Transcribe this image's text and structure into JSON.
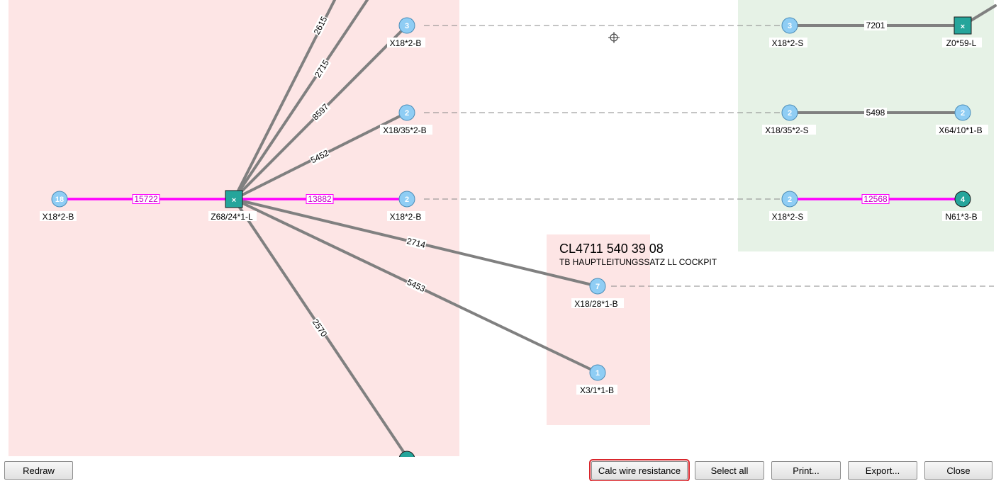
{
  "colors": {
    "zone_pink": "#fde5e5",
    "zone_green": "#e6f2e6",
    "wire_grey": "#808080",
    "wire_magenta": "#ff00ff",
    "node_blue": "#8fcdf4",
    "node_teal": "#25a59b",
    "dashed": "#888888"
  },
  "connector_info": {
    "part_number": "CL4711 540 39 08",
    "description": "TB  HAUPTLEITUNGSSATZ  LL  COCKPIT"
  },
  "nodes": {
    "n_left": {
      "num": "18",
      "label": "X18*2-B"
    },
    "n_center": {
      "num": "×",
      "label": "Z68/24*1-L"
    },
    "n_top": {
      "num": "3",
      "label": "X18*2-B"
    },
    "n_mid": {
      "num": "2",
      "label": "X18/35*2-B"
    },
    "n_row": {
      "num": "2",
      "label": "X18*2-B"
    },
    "n_r7": {
      "num": "7",
      "label": "X18/28*1-B"
    },
    "n_r1": {
      "num": "1",
      "label": "X3/1*1-B"
    },
    "g_top": {
      "num": "3",
      "label": "X18*2-S"
    },
    "g_z0": {
      "num": "×",
      "label": "Z0*59-L"
    },
    "g_mid": {
      "num": "2",
      "label": "X18/35*2-S"
    },
    "g_x64": {
      "num": "2",
      "label": "X64/10*1-B"
    },
    "g_row": {
      "num": "2",
      "label": "X18*2-S"
    },
    "g_n61": {
      "num": "4",
      "label": "N61*3-B"
    }
  },
  "wires": {
    "w2615": "2615",
    "w2715": "2715",
    "w8597": "8597",
    "w5452": "5452",
    "w15722": "15722",
    "w13882": "13882",
    "w2714": "2714",
    "w5453": "5453",
    "w2570": "2570",
    "w7201": "7201",
    "w5498": "5498",
    "w12568": "12568"
  },
  "buttons": {
    "redraw": "Redraw",
    "calc": "Calc wire resistance",
    "select_all": "Select all",
    "print": "Print...",
    "export": "Export...",
    "close": "Close"
  }
}
